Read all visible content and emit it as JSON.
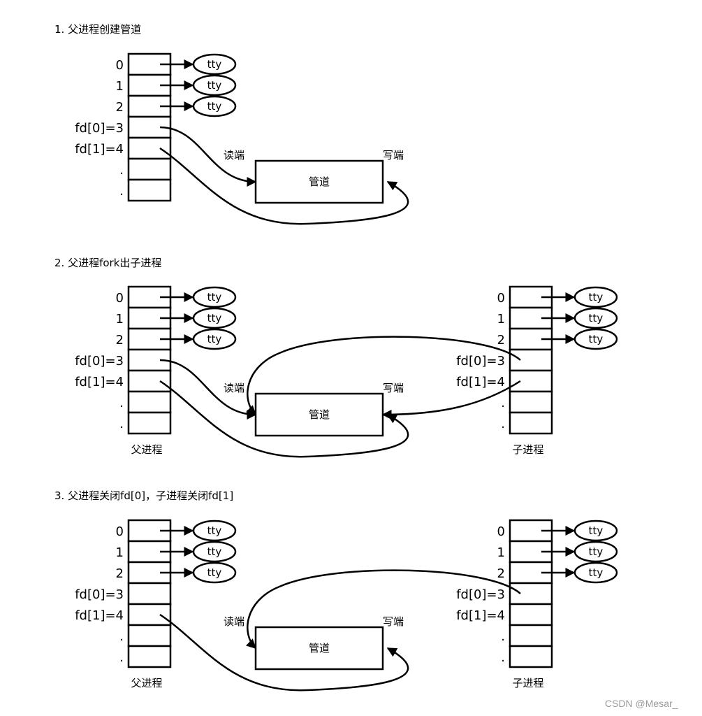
{
  "sections": [
    {
      "title": "1. 父进程创建管道"
    },
    {
      "title": "2. 父进程fork出子进程"
    },
    {
      "title": "3. 父进程关闭fd[0]，子进程关闭fd[1]"
    }
  ],
  "fd_labels": [
    "0",
    "1",
    "2",
    "fd[0]=3",
    "fd[1]=4",
    ".",
    "."
  ],
  "tty_label": "tty",
  "pipe": {
    "label": "管道",
    "read_end": "读端",
    "write_end": "写端"
  },
  "process": {
    "parent": "父进程",
    "child": "子进程"
  },
  "watermark": "CSDN @Mesar_"
}
